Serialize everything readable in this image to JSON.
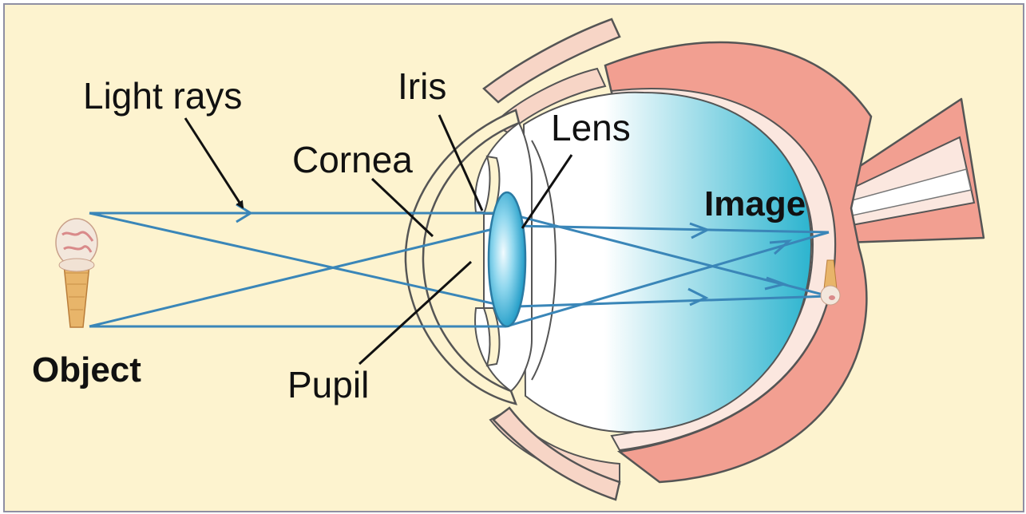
{
  "labels": {
    "light_rays": "Light rays",
    "iris": "Iris",
    "lens": "Lens",
    "cornea": "Cornea",
    "image": "Image",
    "object": "Object",
    "pupil": "Pupil"
  },
  "colors": {
    "background": "#fdf3cf",
    "frame": "#8f8fa3",
    "ray": "#3a86b8",
    "sclera": "#f29f91",
    "sclera_light": "#f7d5c6",
    "vitreous": "#2db5d0",
    "lens": "#5cc0e4",
    "ice_cream": "#f3e7dc",
    "cone": "#e8b56a"
  }
}
